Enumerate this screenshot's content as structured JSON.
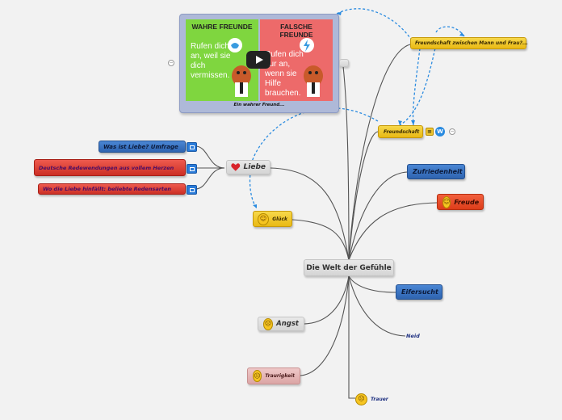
{
  "central": {
    "label": "Die Welt der Gefühle"
  },
  "image_card": {
    "left_title": "WAHRE FREUNDE",
    "left_text": "Rufen dich an, weil sie dich vermissen.",
    "right_title": "FALSCHE FREUNDE",
    "right_text": "Rufen dich nur an, wenn sie Hilfe brauchen.",
    "caption": "Ein wahrer Freund..."
  },
  "branches": {
    "liebe": "Liebe",
    "glueck": "Glück",
    "freundschaft": "Freundschaft",
    "freundschaft_mann_frau": "Freundschaft zwischen Mann und Frau?...",
    "zufriedenheit": "Zufriedenheit",
    "freude": "Freude",
    "eifersucht": "Eifersucht",
    "neid": "Neid",
    "angst": "Angst",
    "traurigkeit": "Traurigkeit",
    "trauer": "Trauer"
  },
  "liebe_children": {
    "umfrage": "Was ist Liebe? Umfrage",
    "redewendungen": "Deutsche Redewendungen aus vollem Herzen",
    "redensarten": "Wo die Liebe hinfällt: beliebte Redensarten"
  },
  "colors": {
    "blue_node": "#3a75c4",
    "red_node": "#dd4236",
    "yellow_node": "#f0c832",
    "orange_node": "#e84c2a",
    "link": "#555555",
    "dashed_link": "#2a8be0"
  },
  "icons": [
    "heart-icon",
    "smile-icon",
    "sad-icon",
    "worried-icon",
    "link-icon",
    "note-icon",
    "wordpress-icon"
  ]
}
